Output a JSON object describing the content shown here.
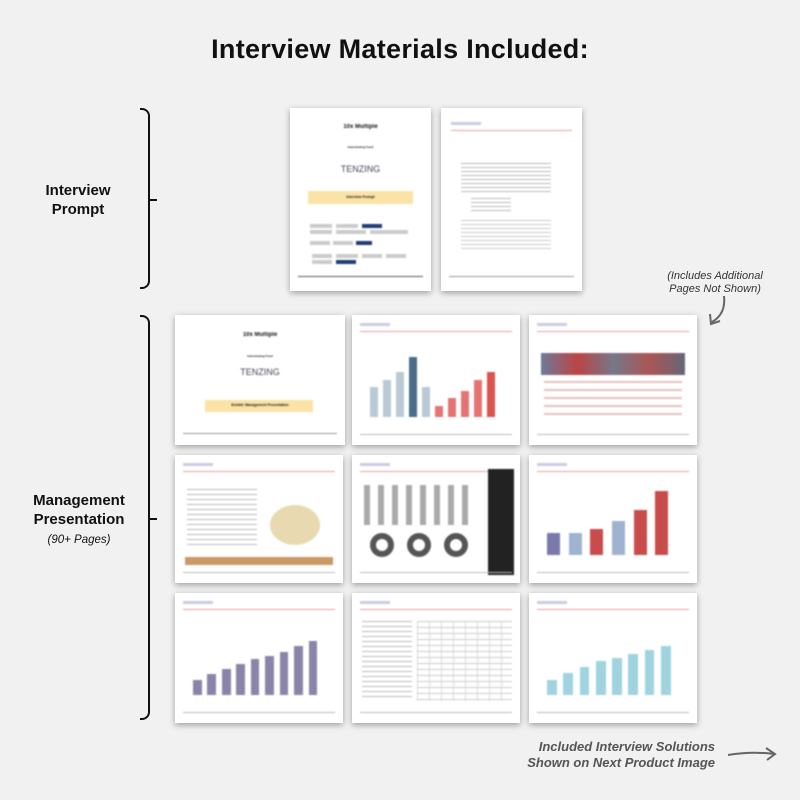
{
  "title": "Interview Materials Included:",
  "sections": {
    "prompt": {
      "label": "Interview Prompt"
    },
    "management": {
      "label": "Management Presentation",
      "sub": "(90+ Pages)"
    }
  },
  "note": "(Includes Additional Pages Not Shown)",
  "footer": "Included Interview Solutions Shown on Next Product Image",
  "cover": {
    "brand": "10x Multiple",
    "fund": "Interviewing Fund",
    "logo": "TENZING",
    "prompt_banner": "Interview Prompt",
    "mgmt_banner": "Exhibit: Management Presentation"
  },
  "colors": {
    "banner": "#fbe3a6",
    "navy": "#1f3a75",
    "red": "#d9534f"
  }
}
